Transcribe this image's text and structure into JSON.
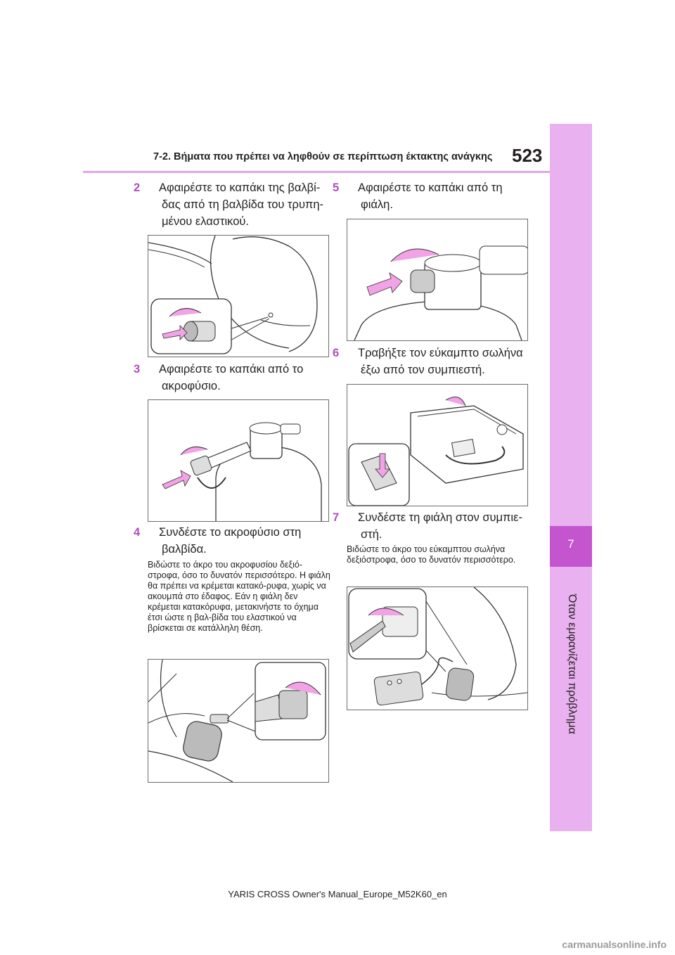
{
  "header": {
    "section_title": "7-2. Βήματα που πρέπει να ληφθούν σε περίπτωση έκτακτης ανάγκης",
    "page_number": "523"
  },
  "side_tab": {
    "chapter_number": "7",
    "chapter_title": "Όταν εμφανίζεται πρόβλημα"
  },
  "left_column": {
    "step2": {
      "number": "2",
      "text": "Αφαιρέστε το καπάκι της βαλβί-δας από τη βαλβίδα του τρυπη-μένου ελαστικού."
    },
    "step3": {
      "number": "3",
      "text": "Αφαιρέστε το καπάκι από το ακροφύσιο."
    },
    "step4": {
      "number": "4",
      "text": "Συνδέστε το ακροφύσιο στη βαλβίδα."
    },
    "step4_note": "Βιδώστε το άκρο του ακροφυσίου δεξιό-στροφα, όσο το δυνατόν περισσότερο. Η φιάλη θα πρέπει να κρέμεται κατακό-ρυφα, χωρίς να ακουμπά στο έδαφος. Εάν η φιάλη δεν κρέμεται κατακόρυφα, μετακινήστε το όχημα έτσι ώστε η βαλ-βίδα του ελαστικού να βρίσκεται σε κατάλληλη θέση."
  },
  "right_column": {
    "step5": {
      "number": "5",
      "text": "Αφαιρέστε το καπάκι από τη φιάλη."
    },
    "step6": {
      "number": "6",
      "text": "Τραβήξτε τον εύκαμπτο σωλήνα έξω από τον συμπιεστή."
    },
    "step7": {
      "number": "7",
      "text": "Συνδέστε τη φιάλη στον συμπιε-στή."
    },
    "step7_note": "Βιδώστε το άκρο του εύκαμπτου σωλήνα δεξιόστροφα, όσο το δυνατόν περισσότερο."
  },
  "footer": {
    "manual_title": "YARIS CROSS Owner's Manual_Europe_M52K60_en",
    "watermark": "carmanualsonline.info"
  },
  "colors": {
    "accent_pink": "#e9b1ef",
    "accent_dark": "#c455cf",
    "step_number": "#b04fb9",
    "arrow_pink": "#f2a3e6"
  }
}
